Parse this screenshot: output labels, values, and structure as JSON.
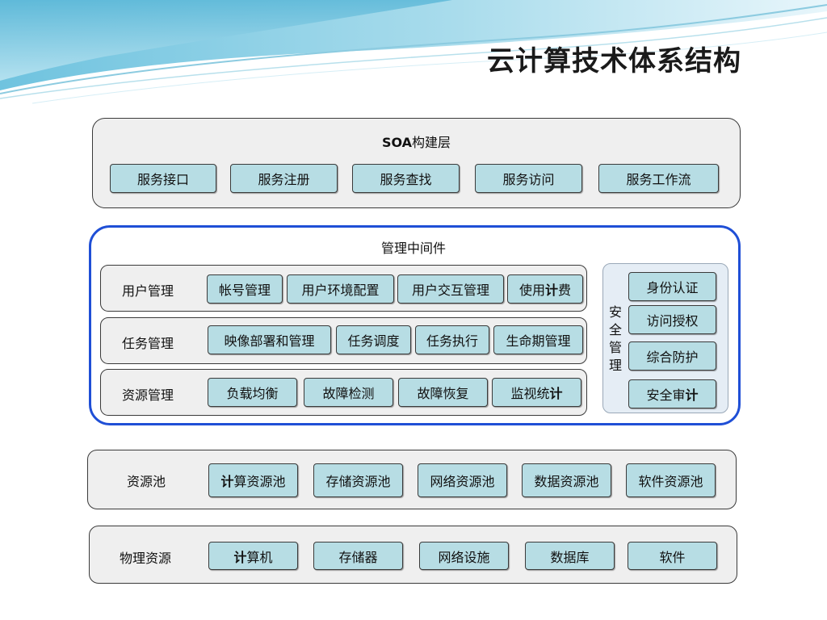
{
  "title": "云计算技术体系结构",
  "soa_layer": {
    "title_bold": "SOA",
    "title_rest": "构建层",
    "items": [
      "服务接口",
      "服务注册",
      "服务查找",
      "服务访问",
      "服务工作流"
    ]
  },
  "middleware": {
    "title": "管理中间件",
    "user_mgmt": {
      "label": "用户管理",
      "items": [
        "帐号管理",
        "用户环境配置",
        "用户交互管理"
      ],
      "last_item_pre": "使用",
      "last_item_bold": "计",
      "last_item_post": "费"
    },
    "task_mgmt": {
      "label": "任务管理",
      "items": [
        "映像部署和管理",
        "任务调度",
        "任务执行",
        "生命期管理"
      ]
    },
    "resource_mgmt": {
      "label": "资源管理",
      "items": [
        "负载均衡",
        "故障检测",
        "故障恢复"
      ],
      "last_item_pre": "监视统",
      "last_item_bold": "计"
    },
    "security": {
      "label_chars": [
        "安",
        "全",
        "管",
        "理"
      ],
      "items": [
        "身份认证",
        "访问授权",
        "综合防护"
      ],
      "last_item_pre": "安全审",
      "last_item_bold": "计"
    }
  },
  "resource_pool": {
    "label": "资源池",
    "first_item_bold": "计",
    "first_item_rest": "算资源池",
    "items": [
      "存储资源池",
      "网络资源池",
      "数据资源池",
      "软件资源池"
    ]
  },
  "physical": {
    "label": "物理资源",
    "first_item_bold": "计",
    "first_item_rest": "算机",
    "items": [
      "存储器",
      "网络设施",
      "数据库",
      "软件"
    ]
  }
}
